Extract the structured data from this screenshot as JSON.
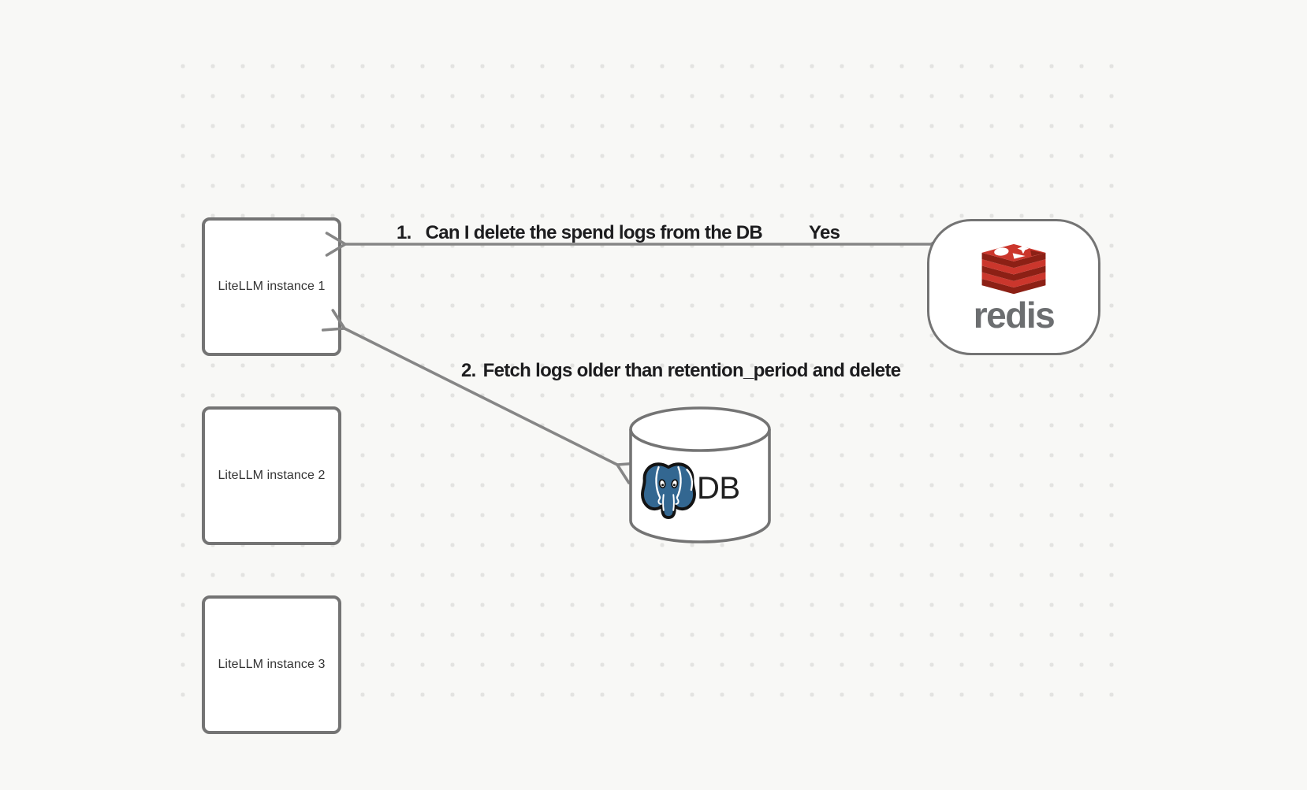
{
  "diagram": {
    "instances": [
      {
        "label": "LiteLLM instance 1"
      },
      {
        "label": "LiteLLM instance 2"
      },
      {
        "label": "LiteLLM instance 3"
      }
    ],
    "redis": {
      "name": "redis"
    },
    "db": {
      "label": "DB"
    },
    "edges": {
      "edge1": {
        "number": "1.",
        "text": "Can I delete the spend logs from the DB",
        "answer": "Yes"
      },
      "edge2": {
        "number": "2.",
        "text": "Fetch logs older than retention_period and delete"
      }
    }
  },
  "colors": {
    "background": "#f8f8f6",
    "grid_dot": "#e3e3e1",
    "shape_stroke": "#747474",
    "arrow": "#868686",
    "node_label_text": "#333333",
    "edge_label_text": "#1d1d1f",
    "redis_red": "#cb362c",
    "redis_dark_red": "#8c2015",
    "redis_wordmark_gray": "#6c6e70",
    "postgres_blue": "#336791",
    "db_label_text": "#202020"
  }
}
